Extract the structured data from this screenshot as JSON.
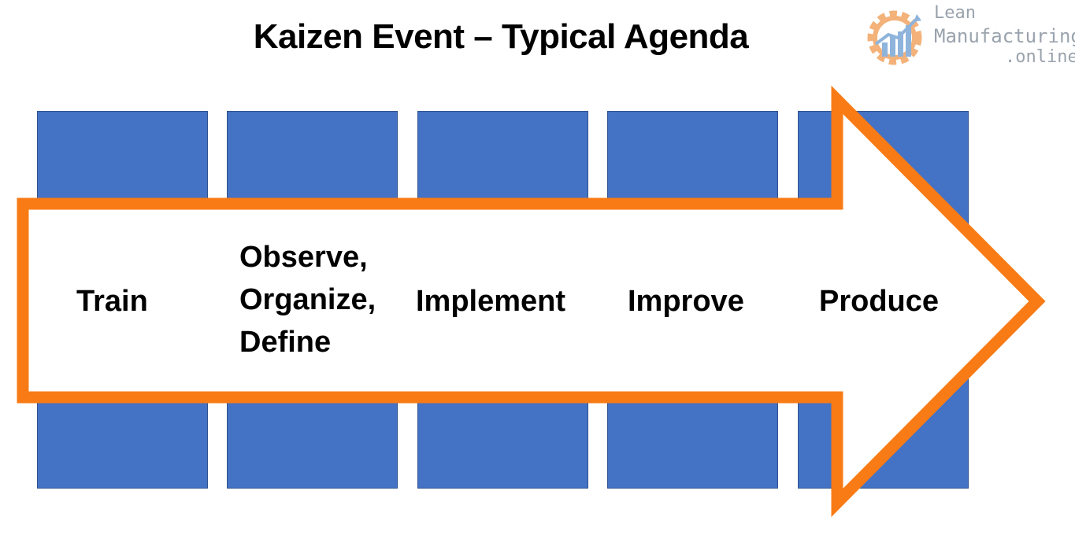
{
  "title": "Kaizen Event – Typical Agenda",
  "logo": {
    "line1": "Lean",
    "line2": "Manufacturing",
    "line3": ".online",
    "gear_color": "#f3b27a",
    "bars_color": "#8fb4dc"
  },
  "colors": {
    "block_fill": "#4472c4",
    "block_border": "#2f528f",
    "arrow_fill": "#ffffff",
    "arrow_outline": "#f87b16"
  },
  "stages": [
    {
      "label": "Train"
    },
    {
      "label": "Observe,\nOrganize,\nDefine"
    },
    {
      "label": "Implement"
    },
    {
      "label": "Improve"
    },
    {
      "label": "Produce"
    }
  ]
}
